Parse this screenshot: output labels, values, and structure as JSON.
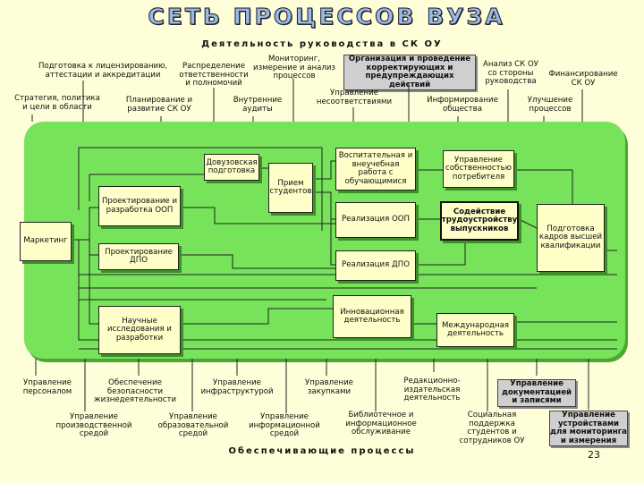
{
  "title": "СЕТЬ ПРОЦЕССОВ ВУЗА",
  "top_header": "Деятельность руководства в СК ОУ",
  "footer": "Обеспечивающие процессы",
  "page_number": "23",
  "management": {
    "licensing": "Подготовка к лицензированию, аттестации и аккредитации",
    "responsibility": "Распределение ответственности и полномочий",
    "monitoring": "Мониторинг, измерение и анализ процессов",
    "corrective": "Организация и проведение корректирующих и предупреждающих действий",
    "analysis": "Анализ СК ОУ со стороны руководства",
    "finance": "Финансирование СК ОУ",
    "strategy": "Стратегия, политика и цели в области",
    "planning": "Планирование и развитие СК ОУ",
    "audits": "Внутренние аудиты",
    "nonconformity": "Управление несоответствиями",
    "informing": "Информирование общества",
    "improvement": "Улучшение процессов"
  },
  "core": {
    "marketing": "Маркетинг",
    "pre_university": "Довузовская подготовка",
    "admission": "Прием студентов",
    "design_oop": "Проектирование и разработка ООП",
    "design_dpo": "Проектирование ДПО",
    "research": "Научные исследования и разработки",
    "education": "Воспитательная и внеучебная работа с обучающимися",
    "impl_oop": "Реализация ООП",
    "impl_dpo": "Реализация ДПО",
    "innovation": "Инновационная деятельность",
    "consumer": "Управление собственностью потребителя",
    "employment": "Содействие трудоустройству выпускников",
    "training": "Подготовка кадров высшей квалификации",
    "international": "Международная деятельность"
  },
  "support": {
    "personnel": "Управление персоналом",
    "safety": "Обеспечение безопасности жизнедеятельности",
    "infrastructure": "Управление инфраструктурой",
    "procurement": "Управление закупками",
    "publishing": "Редакционно-издательская деятельность",
    "documentation": "Управление документацией и записями",
    "production": "Управление производственной средой",
    "educational_env": "Управление образовательной средой",
    "info_env": "Управление информационной средой",
    "library": "Библиотечное и информационное обслуживание",
    "social": "Социальная поддержка студентов и сотрудников ОУ",
    "monitoring_devices": "Управление устройствами для мониторинга и измерения"
  }
}
